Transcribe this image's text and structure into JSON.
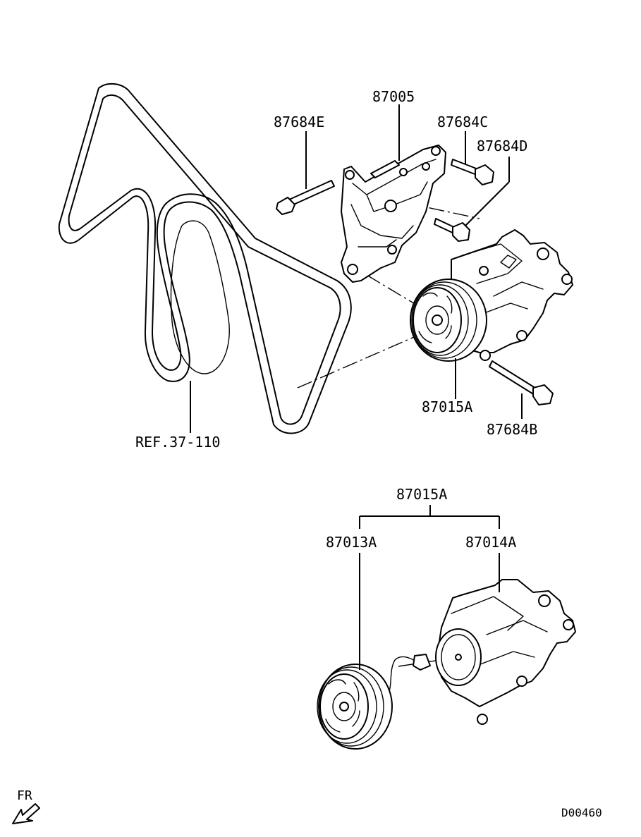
{
  "labels": {
    "p87005": "87005",
    "p87684E": "87684E",
    "p87684C": "87684C",
    "p87684D": "87684D",
    "p87015A_top": "87015A",
    "p87684B": "87684B",
    "ref": "REF.37-110",
    "p87015A_group": "87015A",
    "p87013A": "87013A",
    "p87014A": "87014A",
    "fr": "FR",
    "diagram_code": "D00460"
  },
  "icons": {
    "front_arrow": "front-direction-arrow-icon"
  }
}
